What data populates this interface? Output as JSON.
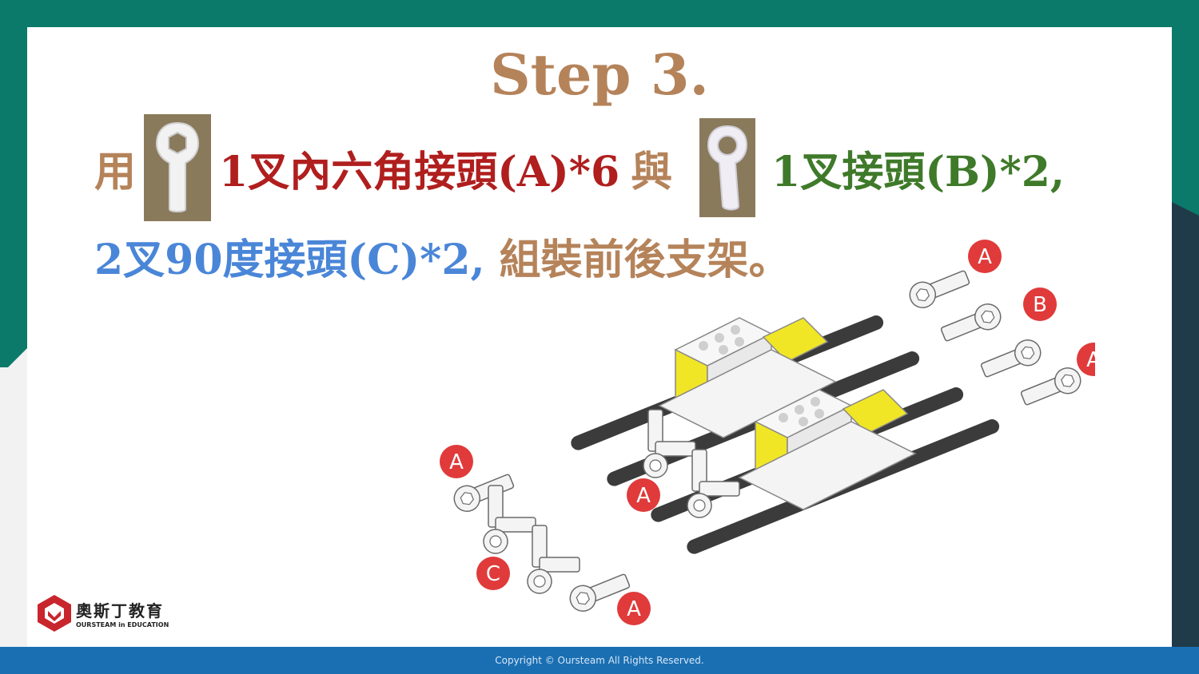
{
  "title": "Step 3.",
  "line1": {
    "use": "用",
    "part_a": "1叉內六角接頭(A)*6",
    "and": "與",
    "part_b": "1叉接頭(B)*2,"
  },
  "line2": {
    "part_c": "2叉90度接頭(C)*2,",
    "rest": "組裝前後支架。"
  },
  "labels": {
    "a": "A",
    "b": "B",
    "c": "C"
  },
  "logo": {
    "cn": "奧斯丁教育",
    "en": "OURSTEAM in EDUCATION"
  },
  "footer": "Copyright © Oursteam All Rights Reserved.",
  "colors": {
    "title": "#b5835a",
    "part_a": "#b01e1e",
    "part_b": "#3f7a2a",
    "part_c": "#4a86d8",
    "label_badge": "#e03a3a",
    "footer_bar": "#1a6fb3",
    "frame": "#0b7a6a"
  },
  "icons": [
    "hex-connector-icon",
    "single-connector-icon",
    "oursteam-logo-icon"
  ]
}
